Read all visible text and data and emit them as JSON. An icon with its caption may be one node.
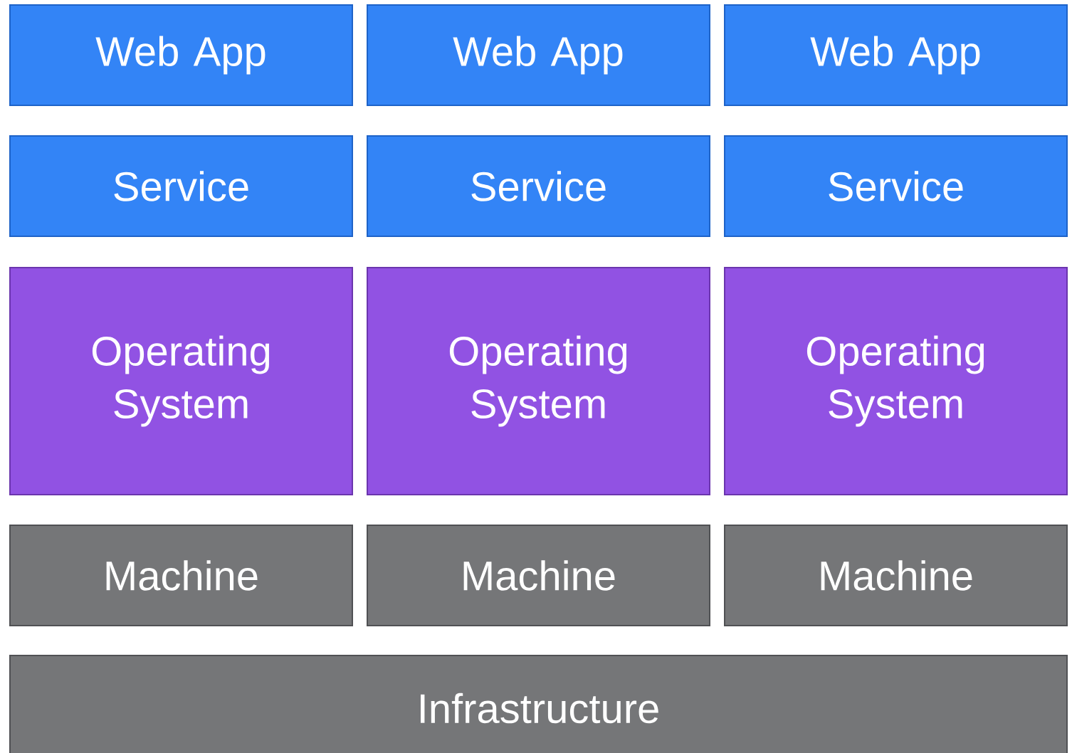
{
  "diagram": {
    "nodes": [
      {
        "text": [
          "Web App"
        ]
      },
      {
        "text": [
          "Web App"
        ]
      },
      {
        "text": [
          "Web App"
        ]
      },
      {
        "text": [
          "Service"
        ]
      },
      {
        "text": [
          "Service"
        ]
      },
      {
        "text": [
          "Service"
        ]
      },
      {
        "text": [
          "Operating System"
        ]
      },
      {
        "text": [
          "Operating System"
        ]
      },
      {
        "text": [
          "Operating System"
        ]
      },
      {
        "text": [
          "Machine"
        ]
      },
      {
        "text": [
          "Machine"
        ]
      },
      {
        "text": [
          "Machine"
        ]
      },
      {
        "text": [
          "Infrastructure"
        ]
      }
    ]
  }
}
